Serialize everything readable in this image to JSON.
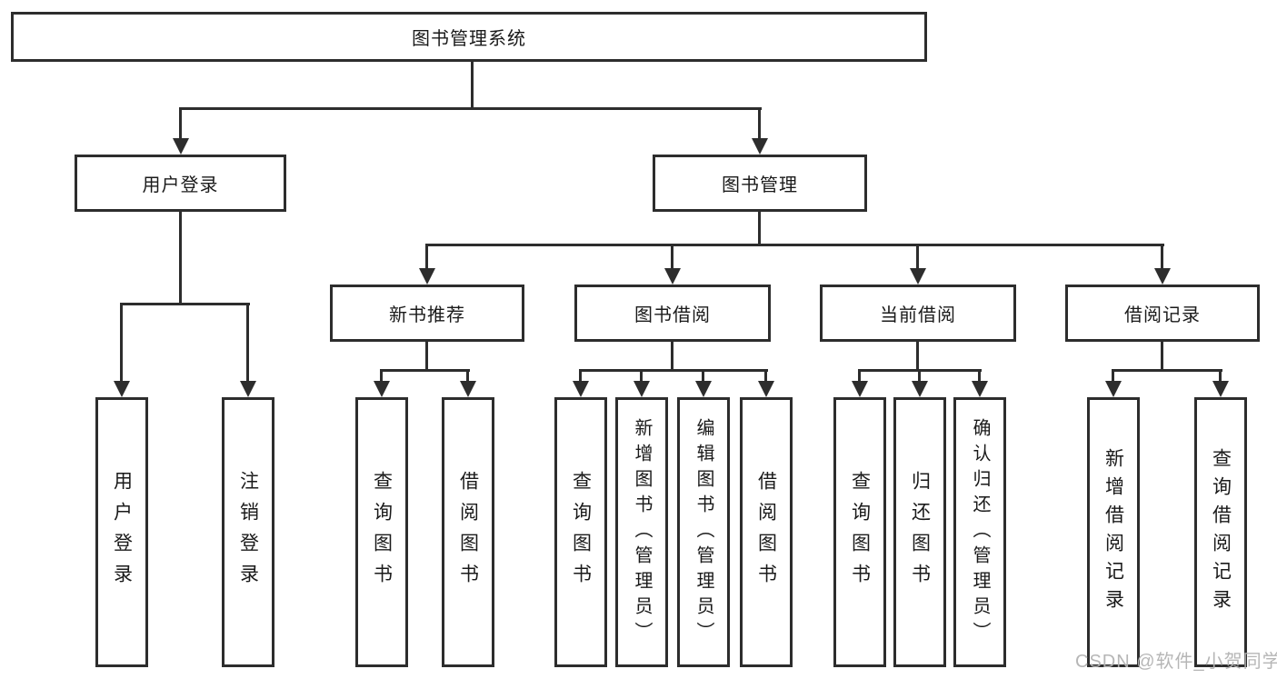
{
  "diagram": {
    "root": {
      "label": "图书管理系统"
    },
    "level1": [
      {
        "label": "用户登录"
      },
      {
        "label": "图书管理"
      }
    ],
    "level2": [
      {
        "label": "新书推荐"
      },
      {
        "label": "图书借阅"
      },
      {
        "label": "当前借阅"
      },
      {
        "label": "借阅记录"
      }
    ],
    "leaves": [
      {
        "label": "用户登录"
      },
      {
        "label": "注销登录"
      },
      {
        "label": "查询图书"
      },
      {
        "label": "借阅图书"
      },
      {
        "label": "查询图书"
      },
      {
        "label": "新增图书（管理员）"
      },
      {
        "label": "编辑图书（管理员）"
      },
      {
        "label": "借阅图书"
      },
      {
        "label": "查询图书"
      },
      {
        "label": "归还图书"
      },
      {
        "label": "确认归还（管理员）"
      },
      {
        "label": "新增借阅记录"
      },
      {
        "label": "查询借阅记录"
      }
    ],
    "colors": {
      "line": "#2d2d2d",
      "text": "#1a1a1a",
      "watermark": "#b2b2b2",
      "background": "#ffffff"
    }
  },
  "watermark": {
    "text": "CSDN @软件_小贺同学"
  }
}
